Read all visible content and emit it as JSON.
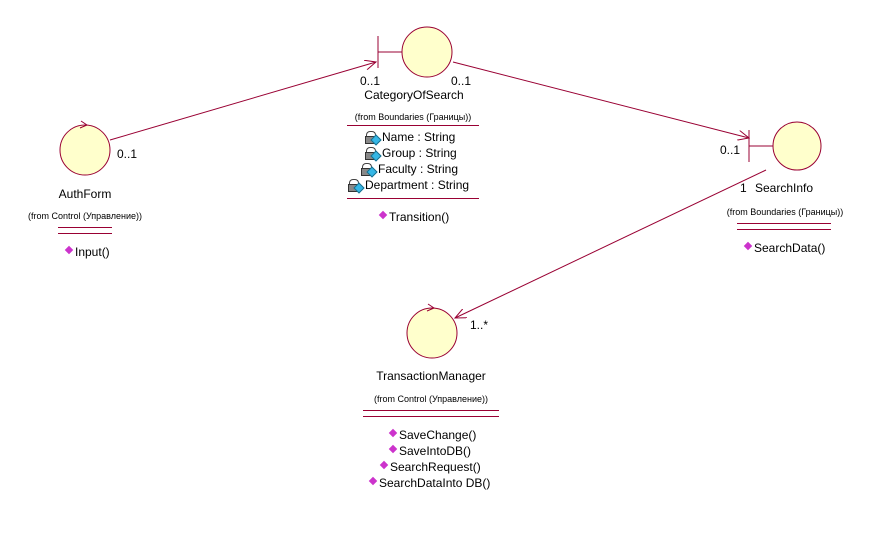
{
  "classes": {
    "category_of_search": {
      "name": "CategoryOfSearch",
      "package": "(from Boundaries (Границы))",
      "attributes": [
        "Name : String",
        "Group : String",
        "Faculty : String",
        "Department : String"
      ],
      "operations": [
        "Transition()"
      ]
    },
    "auth_form": {
      "name": "AuthForm",
      "package": "(from Control (Управление))",
      "operations": [
        "Input()"
      ]
    },
    "search_info": {
      "name": "SearchInfo",
      "package": "(from Boundaries (Границы))",
      "operations": [
        "SearchData()"
      ]
    },
    "transaction_manager": {
      "name": "TransactionManager",
      "package": "(from Control (Управление))",
      "operations": [
        "SaveChange()",
        "SaveIntoDB()",
        "SearchRequest()",
        "SearchDataInto DB()"
      ]
    }
  },
  "associations": {
    "auth_to_category": {
      "source_multiplicity": "0..1",
      "target_multiplicity": "0..1"
    },
    "category_to_searchinfo": {
      "source_multiplicity": "0..1",
      "target_multiplicity": "0..1"
    },
    "searchinfo_to_transaction": {
      "source_multiplicity": "1",
      "target_multiplicity": "1..*"
    }
  },
  "colors": {
    "class_fill": "#ffffcc",
    "association_line": "#990033",
    "operation_icon": "#cc33cc",
    "attribute_icon": "#35b7e6"
  }
}
